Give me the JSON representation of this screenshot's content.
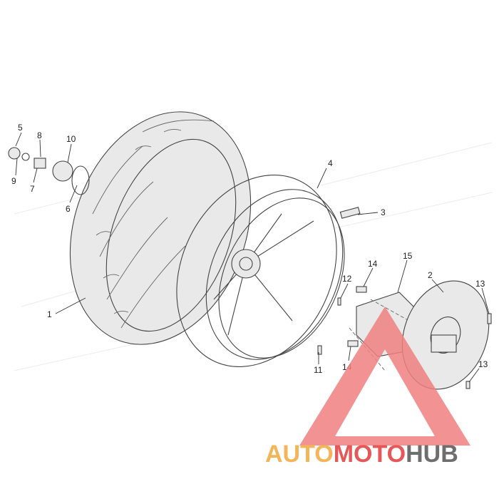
{
  "callouts": [
    {
      "num": "1"
    },
    {
      "num": "2"
    },
    {
      "num": "3"
    },
    {
      "num": "4"
    },
    {
      "num": "5"
    },
    {
      "num": "6"
    },
    {
      "num": "7"
    },
    {
      "num": "8"
    },
    {
      "num": "9"
    },
    {
      "num": "10"
    },
    {
      "num": "11"
    },
    {
      "num": "12"
    },
    {
      "num": "13"
    },
    {
      "num": "13"
    },
    {
      "num": "14"
    },
    {
      "num": "14"
    },
    {
      "num": "15"
    }
  ],
  "watermark": {
    "part1": "AUTO",
    "part2": "MOTO",
    "part3": "HUB",
    "color_part1": "#f2a93b",
    "color_part2": "#e23b3b",
    "color_part3": "#555555",
    "logo_color": "#f08080"
  }
}
